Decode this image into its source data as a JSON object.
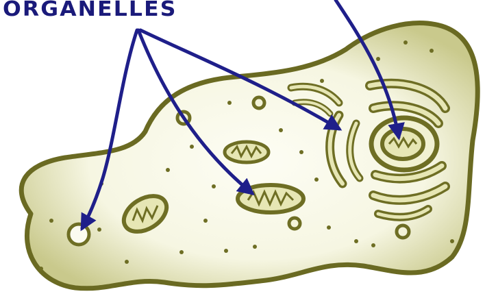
{
  "label": {
    "text": "ORGANELLES",
    "color": "#1a1a7a"
  },
  "colors": {
    "cell_outline": "#6a6a22",
    "cytoplasm_edge": "#c9c98c",
    "cytoplasm_fill": "#fbfbef",
    "organelle_outline": "#6e6e24",
    "organelle_fill": "#e6e6b4",
    "arrow": "#1f1f8a",
    "background": "#ffffff"
  },
  "icons": [
    "animal-cell",
    "mitochondrion",
    "golgi-apparatus",
    "vacuole",
    "ribosome",
    "arrow"
  ]
}
